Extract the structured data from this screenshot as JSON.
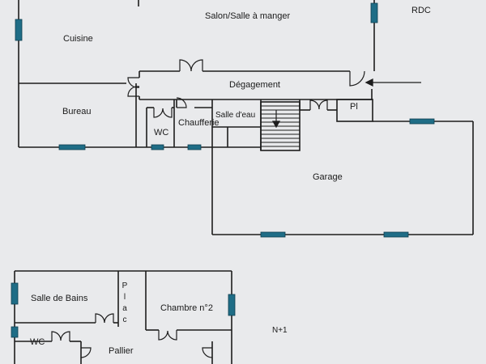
{
  "levels": {
    "ground": "RDC",
    "upper": "N+1"
  },
  "rooms": {
    "salon": "Salon/Salle à manger",
    "cuisine": "Cuisine",
    "degagement": "Dégagement",
    "bureau": "Bureau",
    "wc_ground": "WC",
    "chaufferie": "Chaufferie",
    "salle_deau": "Salle d'eau",
    "placard_ground": "Pl",
    "garage": "Garage",
    "salle_de_bains": "Salle de Bains",
    "placard_upper": [
      "P",
      "l",
      "a",
      "c"
    ],
    "chambre_2": "Chambre n°2",
    "wc_upper": "WC",
    "pallier": "Pallier"
  },
  "colors": {
    "wall": "#1d1d1d",
    "window": "#1f6d86",
    "paper": "#e9eaec"
  }
}
